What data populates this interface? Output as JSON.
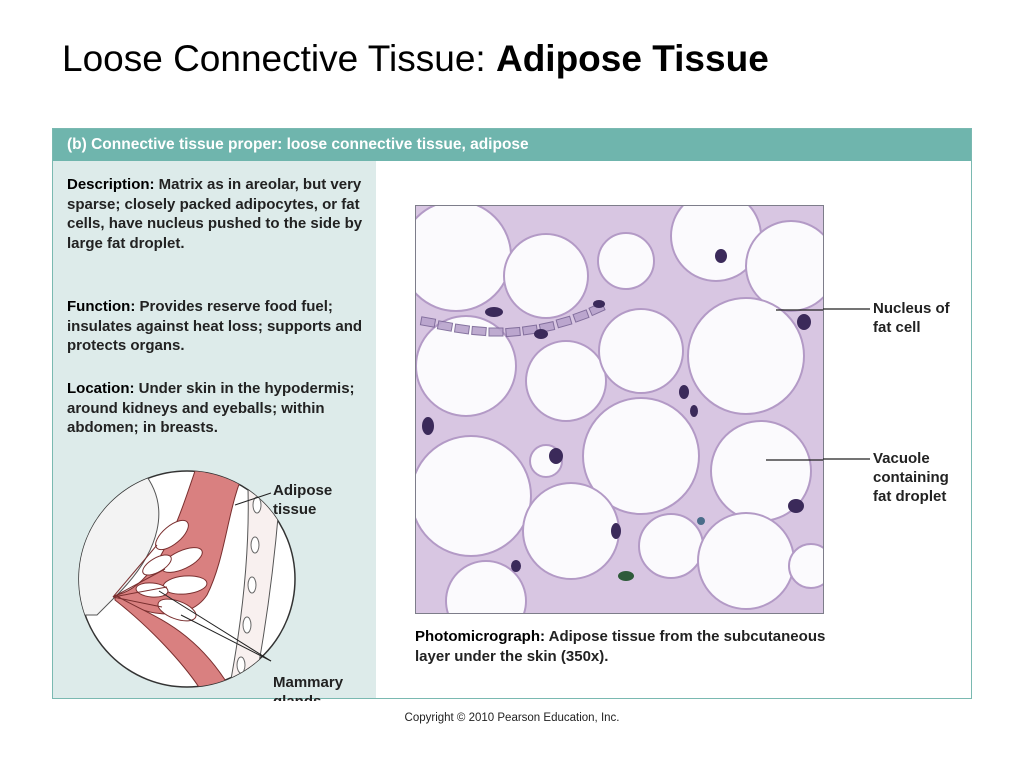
{
  "slide": {
    "title_prefix": "Loose Connective Tissue: ",
    "title_bold": "Adipose Tissue"
  },
  "panel": {
    "header": "(b)  Connective tissue proper: loose connective tissue, adipose",
    "description_label": "Description:",
    "description_text": " Matrix as in areolar, but very sparse; closely packed adipocytes, or fat cells, have nucleus pushed to the side by large fat droplet.",
    "function_label": "Function:",
    "function_text": " Provides reserve food fuel; insulates against heat loss; supports and protects organs.",
    "location_label": "Location:",
    "location_text": " Under skin in the hypodermis; around kidneys and eyeballs; within abdomen; in breasts."
  },
  "illustration": {
    "label_adipose": "Adipose tissue",
    "label_adipose_line1": "Adipose",
    "label_adipose_line2": "tissue",
    "label_mammary_line1": "Mammary",
    "label_mammary_line2": "glands"
  },
  "micrograph": {
    "callout_nucleus_line1": "Nucleus of",
    "callout_nucleus_line2": "fat cell",
    "callout_vacuole_line1": "Vacuole",
    "callout_vacuole_line2": "containing",
    "callout_vacuole_line3": "fat droplet",
    "caption_label": "Photomicrograph:",
    "caption_text": " Adipose tissue from the subcutaneous layer under the skin (350x)."
  },
  "footer": {
    "copyright": "Copyright © 2010 Pearson Education, Inc."
  },
  "colors": {
    "header_bg": "#6fb5ad",
    "left_panel_bg": "#ddebea",
    "adipose_pink": "#d98080",
    "stain_purple": "#b89ac6",
    "nucleus_dark": "#3b2a5a"
  }
}
